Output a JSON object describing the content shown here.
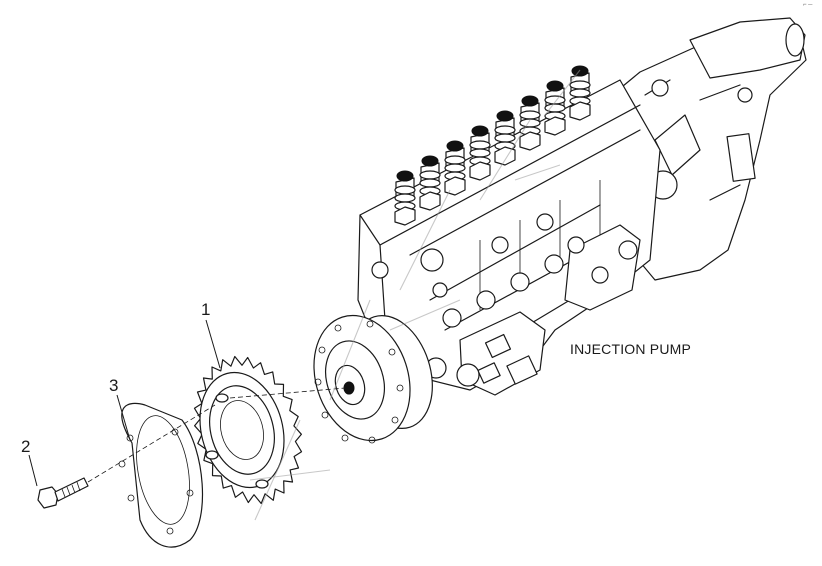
{
  "diagram": {
    "part_label": "INJECTION PUMP",
    "callouts": [
      "1",
      "2",
      "3"
    ],
    "corner_mark": "⌐ ─"
  }
}
